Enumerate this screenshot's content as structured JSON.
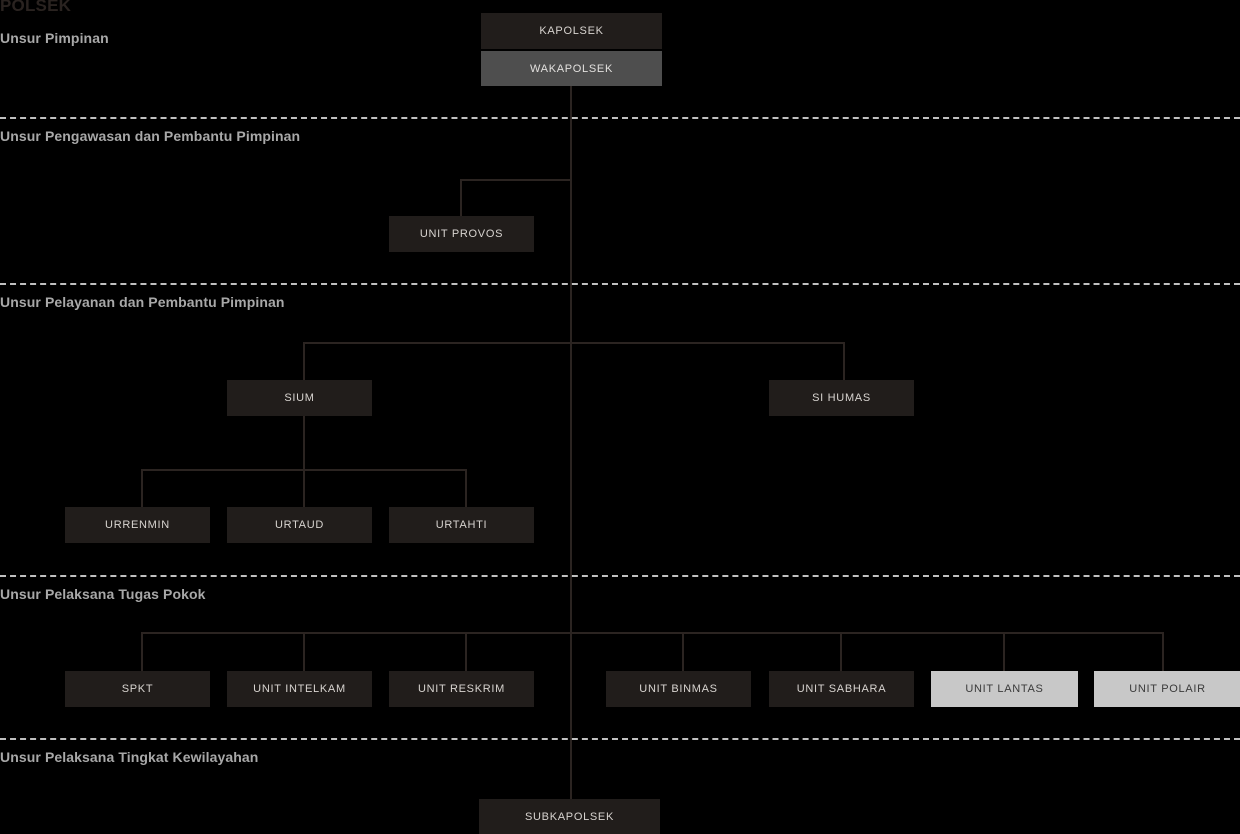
{
  "page": {
    "title": "POLSEK",
    "background_color": "#000000",
    "box_dark_color": "#211d1b",
    "box_gray_color": "#4e4e4e",
    "box_light_color": "#c8c8c8",
    "line_color": "#2b2421",
    "divider_color": "#c0c0c0",
    "section_label_color": "#a8a8a8"
  },
  "sections": [
    {
      "label": "Unsur Pimpinan"
    },
    {
      "label": "Unsur Pengawasan dan Pembantu Pimpinan"
    },
    {
      "label": "Unsur Pelayanan dan Pembantu Pimpinan"
    },
    {
      "label": "Unsur Pelaksana Tugas Pokok"
    },
    {
      "label": "Unsur Pelaksana Tingkat Kewilayahan"
    }
  ],
  "nodes": {
    "kapolsek": "KAPOLSEK",
    "wakapolsek": "WAKAPOLSEK",
    "unit_provos": "UNIT PROVOS",
    "sium": "SIUM",
    "si_humas": "SI HUMAS",
    "urrenmin": "URRENMIN",
    "urtaud": "URTAUD",
    "urtahti": "URTAHTI",
    "spkt": "SPKT",
    "unit_intelkam": "UNIT INTELKAM",
    "unit_reskrim": "UNIT RESKRIM",
    "unit_binmas": "UNIT BINMAS",
    "unit_sabhara": "UNIT SABHARA",
    "unit_lantas": "UNIT LANTAS",
    "unit_polair": "UNIT POLAIR",
    "subkapolsek": "SUBKAPOLSEK"
  }
}
